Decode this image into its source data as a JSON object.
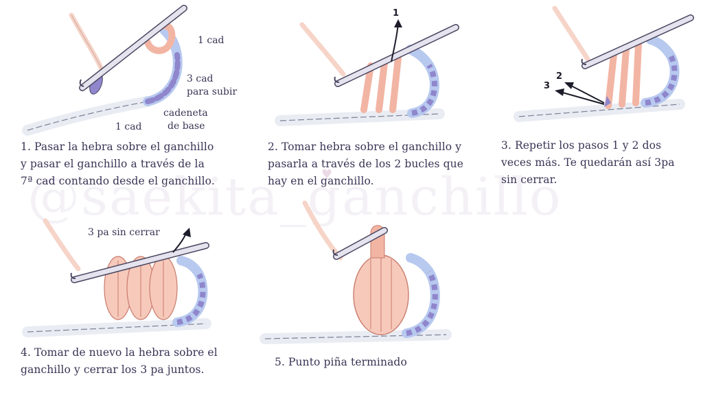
{
  "watermark": "@saekita_ganchillo",
  "colors": {
    "yarn_pink": "#f2b5a4",
    "yarn_pink_dark": "#c97b6b",
    "yarn_blue": "#b8c9ef",
    "yarn_purple": "#8f86cc",
    "hook": "#d9d6e6",
    "hook_stroke": "#4a4660",
    "text": "#3a3354"
  },
  "icons": [
    "crochet-hook-icon",
    "arrow-up-icon",
    "arrow-left-icon",
    "heart-icon"
  ],
  "steps": [
    {
      "caption": [
        "1. Pasar la hebra sobre el ganchillo",
        "y pasar el ganchillo a través de la",
        "7ª cad contando desde el ganchillo."
      ],
      "labels": {
        "cad1_top": "1 cad",
        "cad3": "3 cad",
        "para_subir": "para subir",
        "cadeneta": "cadeneta",
        "de_base": "de base",
        "cad1_bottom": "1 cad"
      }
    },
    {
      "caption": [
        "2. Tomar hebra sobre el ganchillo y",
        "pasarla a través de los 2 bucles que",
        "hay en el ganchillo."
      ],
      "arrow_label": "1"
    },
    {
      "caption": [
        "3. Repetir los pasos 1 y 2 dos",
        "veces más. Te quedarán así 3pa",
        "sin cerrar."
      ],
      "arrow_labels": [
        "2",
        "3"
      ]
    },
    {
      "caption": [
        "4. Tomar de nuevo la hebra sobre el",
        "ganchillo y cerrar los 3 pa juntos."
      ],
      "label": "3 pa sin cerrar"
    },
    {
      "caption": [
        "5. Punto piña terminado"
      ]
    }
  ]
}
